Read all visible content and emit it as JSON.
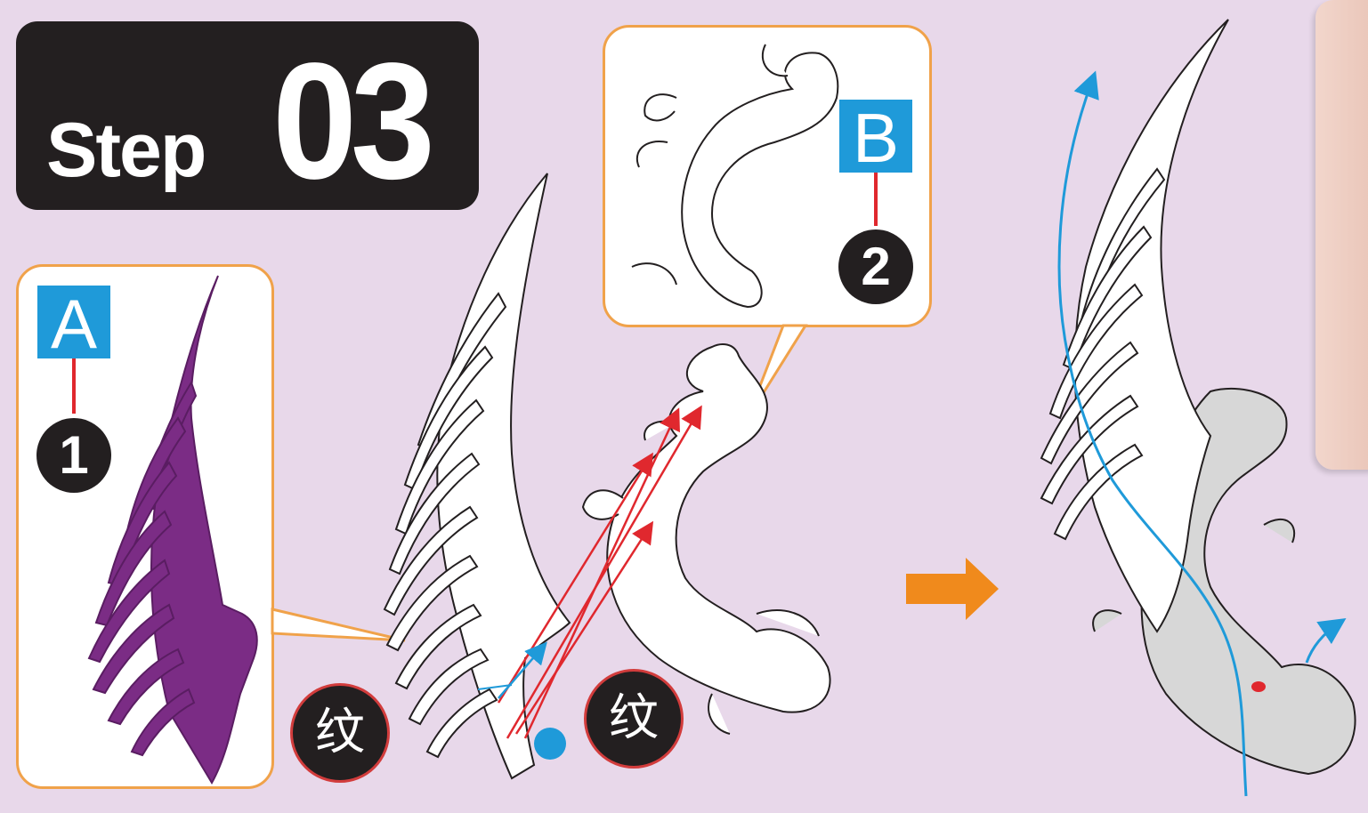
{
  "header": {
    "step_word": "Step",
    "step_number": "03"
  },
  "panel_a": {
    "letter": "A",
    "number": "1"
  },
  "panel_b": {
    "letter": "B",
    "number": "2"
  },
  "labels": {
    "wen_left": "纹",
    "wen_right": "纹"
  },
  "icons": {
    "arrow": "right-arrow-icon",
    "wing": "wing-shape",
    "swirl": "ornament-swirl-shape"
  },
  "colors": {
    "background": "#e8d8ea",
    "badge": "#231f20",
    "panel_border": "#f0a24a",
    "tag_blue": "#1f9ad9",
    "guide_red": "#e0282e",
    "wing_purple": "#7b2c85",
    "arrow_orange": "#f08a1c"
  }
}
